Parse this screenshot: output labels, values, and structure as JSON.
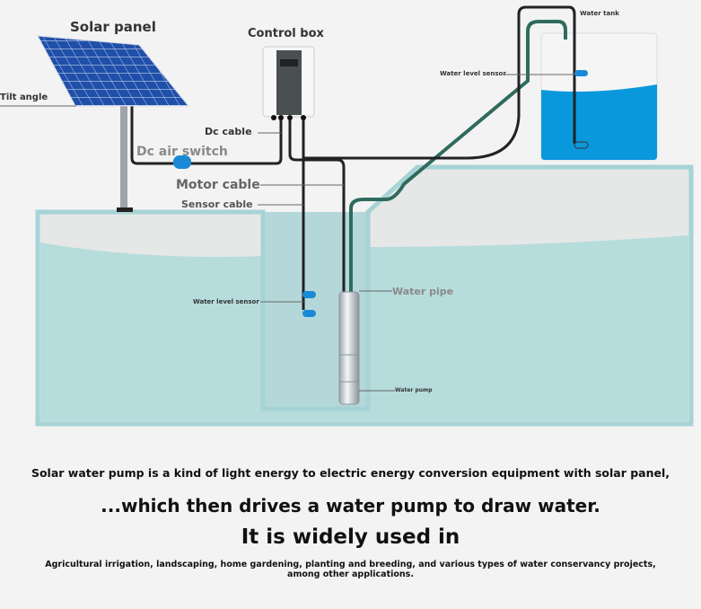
{
  "labels": {
    "solar_panel": "Solar panel",
    "control_box": "Control box",
    "tilt_angle": "Tilt angle",
    "dc_cable": "Dc cable",
    "dc_air_switch": "Dc air switch",
    "motor_cable": "Motor cable",
    "sensor_cable": "Sensor cable",
    "water_tank": "Water tank",
    "tank_level_sensor": "Water level sensor",
    "well_level_sensor": "Water level sensor",
    "water_pipe": "Water pipe",
    "water_pump": "Water pump"
  },
  "captions": {
    "line1": "Solar water pump is a kind of light energy to electric energy conversion equipment with solar panel,",
    "line2": "...which then drives a water pump to draw water.",
    "line3": "It is widely used in",
    "line4": "Agricultural irrigation, landscaping, home gardening, planting and breeding, and various types of water conservancy projects,",
    "line5": "among other applications."
  },
  "colors": {
    "water": "#0a98dc",
    "pool_water": "#b7dcdc",
    "pool_border": "#a6d3d6",
    "pipe": "#2f6b5e",
    "cable": "#222222",
    "sensor": "#1a8ad6",
    "panel": "#1f4fa8"
  }
}
